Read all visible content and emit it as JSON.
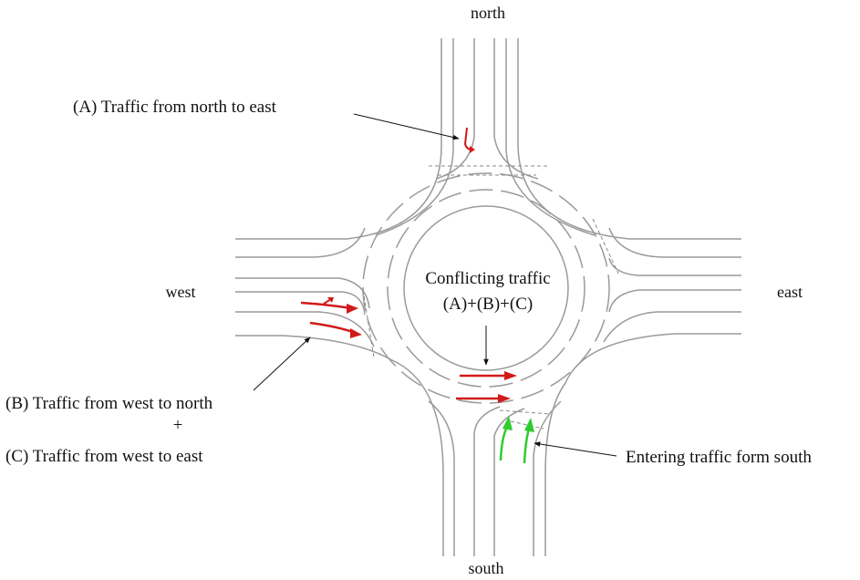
{
  "directions": {
    "north": "north",
    "south": "south",
    "east": "east",
    "west": "west"
  },
  "labels": {
    "a": "(A) Traffic from north to east",
    "b": "(B) Traffic from west to north",
    "plus": "+",
    "c": "(C) Traffic from west to east",
    "conflict_line1": "Conflicting traffic",
    "conflict_line2": "(A)+(B)+(C)",
    "entering": "Entering traffic form south"
  },
  "colors": {
    "road_line": "#9a9a9a",
    "conflicting_arrow": "#d11a1a",
    "entering_arrow": "#2ecc2e",
    "leader_line": "#111111"
  }
}
